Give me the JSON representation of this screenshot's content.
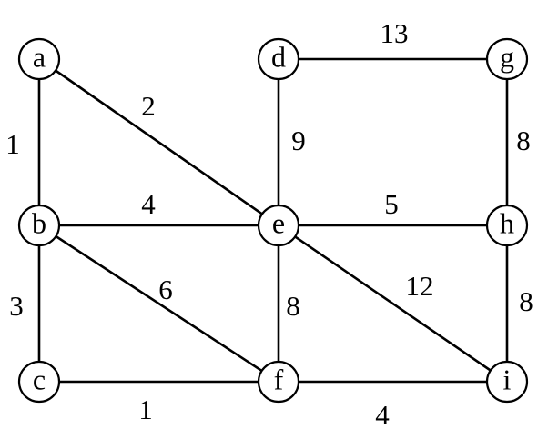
{
  "graph": {
    "nodes": [
      {
        "id": "a",
        "label": "a"
      },
      {
        "id": "b",
        "label": "b"
      },
      {
        "id": "c",
        "label": "c"
      },
      {
        "id": "d",
        "label": "d"
      },
      {
        "id": "e",
        "label": "e"
      },
      {
        "id": "f",
        "label": "f"
      },
      {
        "id": "g",
        "label": "g"
      },
      {
        "id": "h",
        "label": "h"
      },
      {
        "id": "i",
        "label": "i"
      }
    ],
    "edges": [
      {
        "from": "a",
        "to": "b",
        "weight": "1"
      },
      {
        "from": "a",
        "to": "e",
        "weight": "2"
      },
      {
        "from": "b",
        "to": "c",
        "weight": "3"
      },
      {
        "from": "b",
        "to": "e",
        "weight": "4"
      },
      {
        "from": "b",
        "to": "f",
        "weight": "6"
      },
      {
        "from": "c",
        "to": "f",
        "weight": "1"
      },
      {
        "from": "d",
        "to": "e",
        "weight": "9"
      },
      {
        "from": "d",
        "to": "g",
        "weight": "13"
      },
      {
        "from": "e",
        "to": "f",
        "weight": "8"
      },
      {
        "from": "e",
        "to": "h",
        "weight": "5"
      },
      {
        "from": "e",
        "to": "i",
        "weight": "12"
      },
      {
        "from": "f",
        "to": "i",
        "weight": "4"
      },
      {
        "from": "g",
        "to": "h",
        "weight": "8"
      },
      {
        "from": "h",
        "to": "i",
        "weight": "8"
      }
    ]
  }
}
